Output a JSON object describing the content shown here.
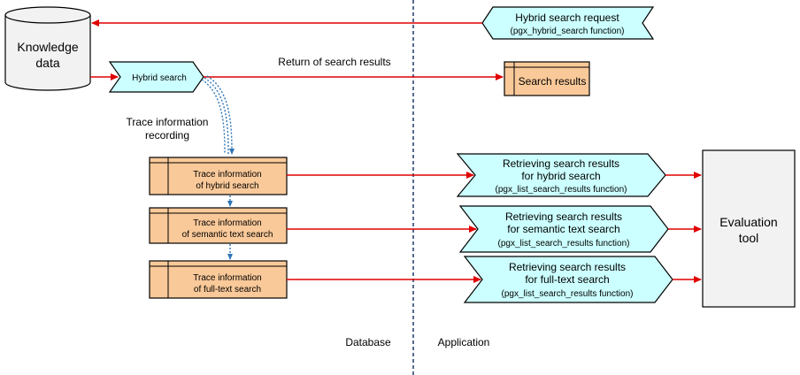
{
  "colors": {
    "arrow": "#e00000",
    "trace_fill": "#fac999",
    "cyan_fill": "#ccffff",
    "grey_fill": "#f2f2f2",
    "divider": "#1f3a6e",
    "dotted": "#2e75b6"
  },
  "knowledge_data": {
    "line1": "Knowledge",
    "line2": "data"
  },
  "hybrid_search": "Hybrid search",
  "return_label": "Return of search results",
  "request": {
    "line1": "Hybrid search request",
    "line2": "(pgx_hybrid_search function)"
  },
  "search_results": "Search results",
  "trace_recording": {
    "line1": "Trace information",
    "line2": "recording"
  },
  "traces": [
    {
      "line1": "Trace information",
      "line2": "of hybrid search"
    },
    {
      "line1": "Trace information",
      "line2": "of semantic text search"
    },
    {
      "line1": "Trace information",
      "line2": "of full-text search"
    }
  ],
  "retrievals": [
    {
      "line1": "Retrieving search results",
      "line2": "for hybrid search",
      "line3": "(pgx_list_search_results function)"
    },
    {
      "line1": "Retrieving search results",
      "line2": "for semantic text search",
      "line3": "(pgx_list_search_results function)"
    },
    {
      "line1": "Retrieving search results",
      "line2": "for full-text search",
      "line3": "(pgx_list_search_results function)"
    }
  ],
  "evaluation_tool": {
    "line1": "Evaluation",
    "line2": "tool"
  },
  "database_label": "Database",
  "application_label": "Application"
}
